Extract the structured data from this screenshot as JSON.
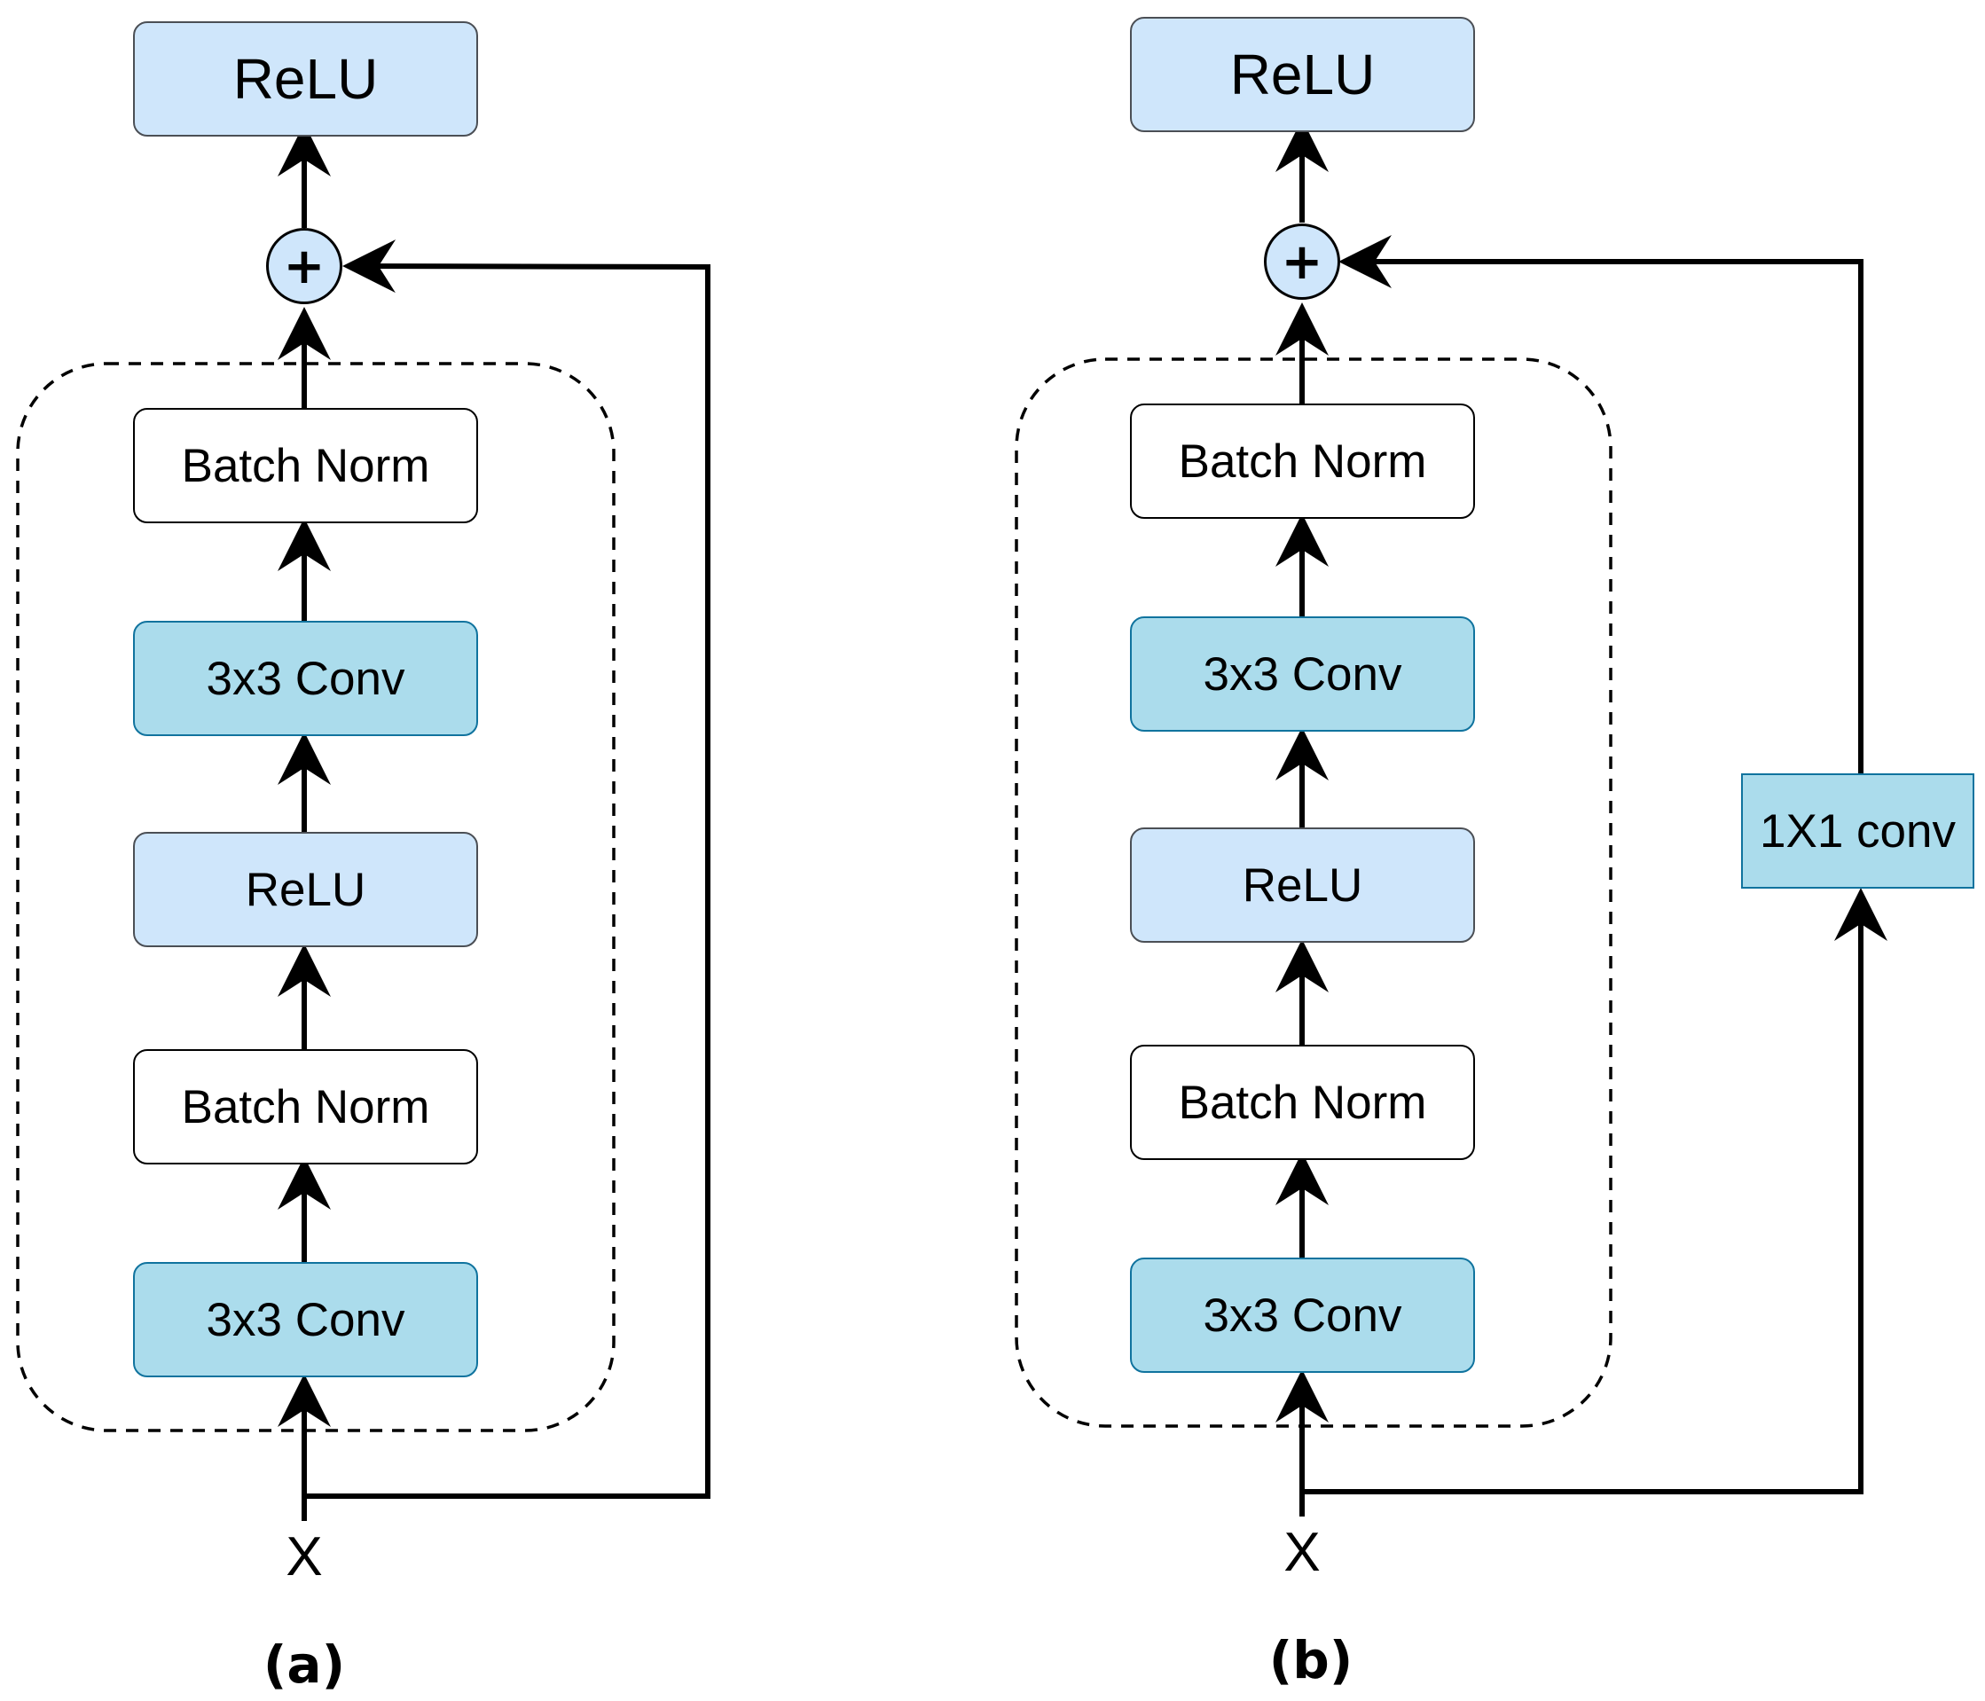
{
  "panels": [
    {
      "caption": "(a)",
      "input_label": "X",
      "output_label": "ReLU",
      "sum_symbol": "+",
      "blocks": [
        "Batch Norm",
        "3x3 Conv",
        "ReLU",
        "Batch Norm",
        "3x3 Conv"
      ]
    },
    {
      "caption": "(b)",
      "input_label": "X",
      "output_label": "ReLU",
      "sum_symbol": "+",
      "blocks": [
        "Batch Norm",
        "3x3 Conv",
        "ReLU",
        "Batch Norm",
        "3x3 Conv"
      ],
      "shortcut_label": "1X1 conv"
    }
  ],
  "colors": {
    "relu_fill": "#cfe6fb",
    "conv_fill": "#abdcec",
    "conv_border": "#10739e",
    "norm_fill": "#ffffff",
    "line": "#000000"
  }
}
